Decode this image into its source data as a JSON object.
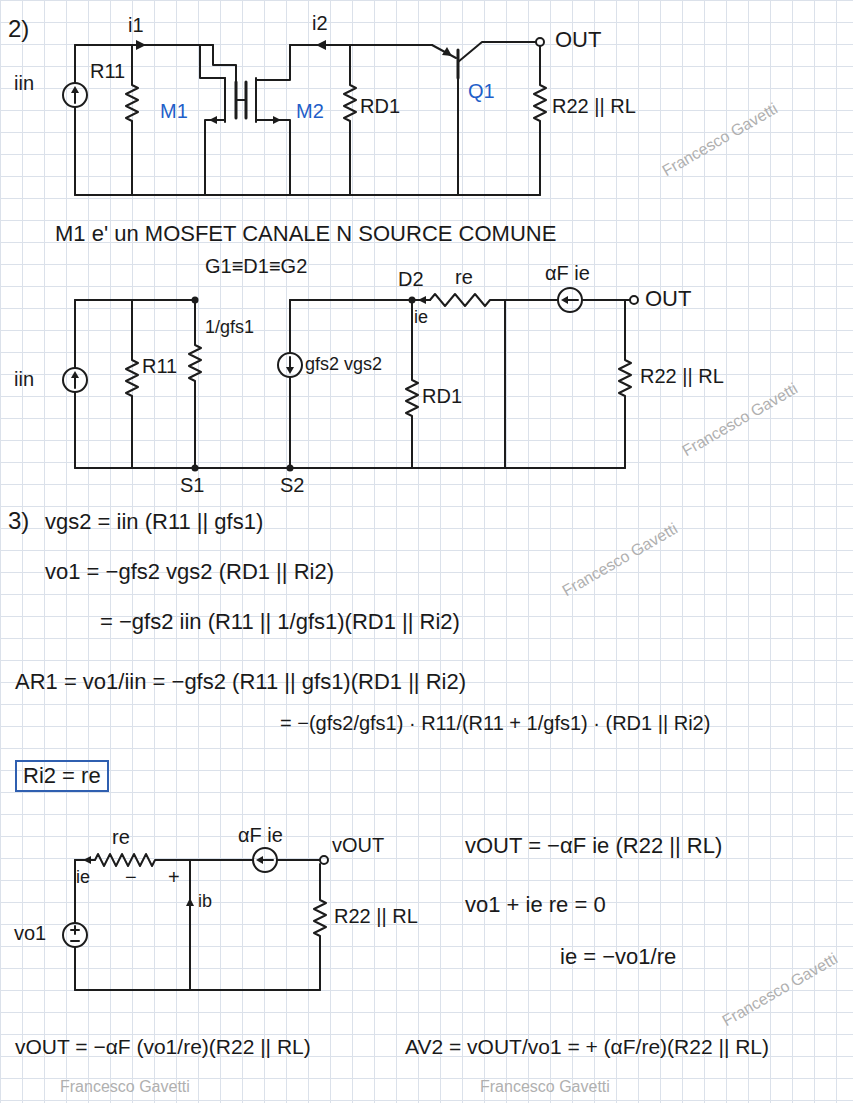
{
  "diagram": {
    "labels": [
      "2)",
      "i1",
      "i2",
      "OUT",
      "iin",
      "R11",
      "M1",
      "M2",
      "RD1",
      "Q1",
      "R22 || RL",
      "M1 e' un MOSFET CANALE N SOURCE COMUNE",
      "G1≡D1≡G2",
      "D2",
      "re",
      "αF ie",
      "OUT",
      "iin",
      "R11",
      "1/gfs1",
      "gfs2 vgs2",
      "RD1",
      "ie",
      "R22 || RL",
      "S1",
      "S2",
      "3)",
      "vgs2 = iin (R11 || gfs1)",
      "vo1 = −gfs2 vgs2 (RD1 || Ri2)",
      "= −gfs2 iin (R11 || 1/gfs1)(RD1 || Ri2)",
      "AR1 = vo1/iin = −gfs2 (R11 || gfs1)(RD1 || Ri2)",
      "= −(gfs2/gfs1) · R11/(R11 + 1/gfs1) · (RD1 || Ri2)",
      "Ri2 = re",
      "re",
      "αF ie",
      "vOUT",
      "ie",
      "−",
      "+",
      "ib",
      "vo1",
      "R22 || RL",
      "vOUT = −αF ie (R22 || RL)",
      "vo1 + ie re = 0",
      "ie = −vo1/re",
      "vOUT = −αF (vo1/re)(R22 || RL)",
      "AV2 = vOUT/vo1 = + (αF/re)(R22 || RL)",
      "Francesco Gavetti",
      "Francesco Gavetti",
      "Francesco Gavetti",
      "Francesco Gavetti",
      "Francesco Gavetti",
      "Francesco Gavetti"
    ]
  }
}
